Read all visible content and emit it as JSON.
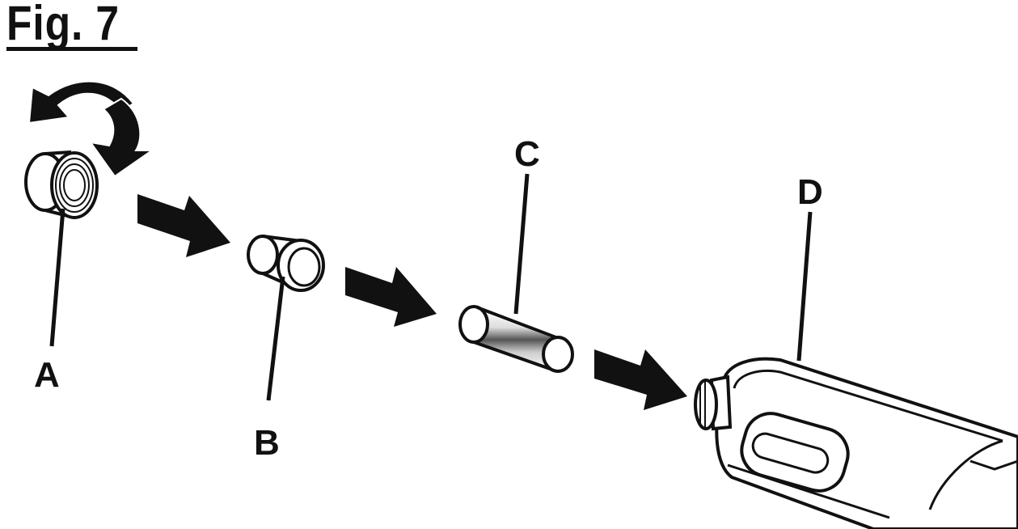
{
  "figure": {
    "title": "Fig. 7"
  },
  "callouts": {
    "a": "A",
    "b": "B",
    "c": "C",
    "d": "D"
  },
  "colors": {
    "ink": "#111111",
    "paper": "#ffffff"
  },
  "icons": [
    "rotate-arrow-icon",
    "arrow-right-icon"
  ]
}
